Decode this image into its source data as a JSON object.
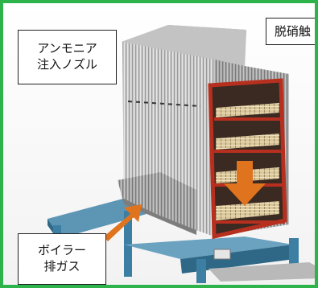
{
  "labels": {
    "ammonia_nozzle": [
      "アンモニア",
      "注入ノズル"
    ],
    "boiler_exhaust": [
      "ボイラー",
      "排ガス"
    ],
    "denox": "脱硝触"
  },
  "colors": {
    "frame_border": "#2db34a",
    "arrow": "#e0731e",
    "structure": "#3d7fa3",
    "casing": "#c8c8c8",
    "reactor_frame": "#b7301f"
  },
  "icons": {
    "inlet_arrow": "arrow-up-right",
    "flow_arrow": "arrow-down"
  }
}
